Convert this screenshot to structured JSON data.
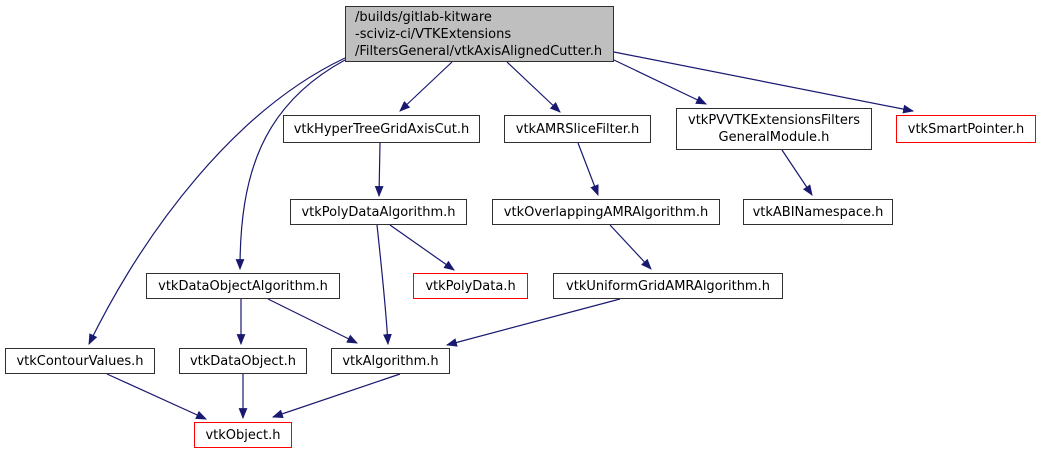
{
  "graph": {
    "type": "include-dependency-graph",
    "colors": {
      "edge": "#191970",
      "node_border": "#303030",
      "highlight_border": "#ff0000",
      "main_node_fill": "#bfbfbf",
      "node_fill": "#ffffff",
      "text": "#000000"
    },
    "nodes": [
      {
        "id": "main",
        "label": "/builds/gitlab-kitware\n-sciviz-ci/VTKExtensions\n/FiltersGeneral/vtkAxisAlignedCutter.h",
        "style": "main"
      },
      {
        "id": "hypertree",
        "label": "vtkHyperTreeGridAxisCut.h",
        "style": "normal"
      },
      {
        "id": "amrslice",
        "label": "vtkAMRSliceFilter.h",
        "style": "normal"
      },
      {
        "id": "pvvtkmodule",
        "label": "vtkPVVTKExtensionsFilters\nGeneralModule.h",
        "style": "normal"
      },
      {
        "id": "smartpointer",
        "label": "vtkSmartPointer.h",
        "style": "red"
      },
      {
        "id": "polydataalgo",
        "label": "vtkPolyDataAlgorithm.h",
        "style": "normal"
      },
      {
        "id": "overlappingamr",
        "label": "vtkOverlappingAMRAlgorithm.h",
        "style": "normal"
      },
      {
        "id": "abinamespace",
        "label": "vtkABINamespace.h",
        "style": "normal"
      },
      {
        "id": "dataobjectalgo",
        "label": "vtkDataObjectAlgorithm.h",
        "style": "normal"
      },
      {
        "id": "polydata",
        "label": "vtkPolyData.h",
        "style": "red"
      },
      {
        "id": "uniformgridamr",
        "label": "vtkUniformGridAMRAlgorithm.h",
        "style": "normal"
      },
      {
        "id": "contourvalues",
        "label": "vtkContourValues.h",
        "style": "normal"
      },
      {
        "id": "dataobject",
        "label": "vtkDataObject.h",
        "style": "normal"
      },
      {
        "id": "algorithm",
        "label": "vtkAlgorithm.h",
        "style": "normal"
      },
      {
        "id": "object",
        "label": "vtkObject.h",
        "style": "red"
      }
    ],
    "edges": [
      {
        "from": "main",
        "to": "hypertree"
      },
      {
        "from": "main",
        "to": "amrslice"
      },
      {
        "from": "main",
        "to": "pvvtkmodule"
      },
      {
        "from": "main",
        "to": "smartpointer"
      },
      {
        "from": "main",
        "to": "dataobjectalgo"
      },
      {
        "from": "main",
        "to": "contourvalues"
      },
      {
        "from": "hypertree",
        "to": "polydataalgo"
      },
      {
        "from": "amrslice",
        "to": "overlappingamr"
      },
      {
        "from": "pvvtkmodule",
        "to": "abinamespace"
      },
      {
        "from": "polydataalgo",
        "to": "polydata"
      },
      {
        "from": "polydataalgo",
        "to": "algorithm"
      },
      {
        "from": "overlappingamr",
        "to": "uniformgridamr"
      },
      {
        "from": "dataobjectalgo",
        "to": "dataobject"
      },
      {
        "from": "dataobjectalgo",
        "to": "algorithm"
      },
      {
        "from": "uniformgridamr",
        "to": "algorithm"
      },
      {
        "from": "contourvalues",
        "to": "object"
      },
      {
        "from": "dataobject",
        "to": "object"
      },
      {
        "from": "algorithm",
        "to": "object"
      }
    ]
  }
}
